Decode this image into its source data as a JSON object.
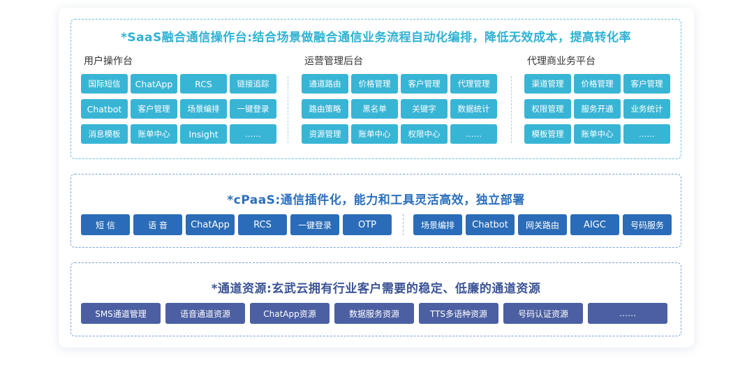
{
  "saas": {
    "title": "*SaaS融合通信操作台:结合场景做融合通信业务流程自动化编排，降低无效成本，提高转化率",
    "groups": [
      {
        "title": "用户操作台",
        "items": [
          "国际短信",
          "ChatApp",
          "RCS",
          "链接追踪",
          "Chatbot",
          "客户管理",
          "场景编排",
          "一键登录",
          "消息模板",
          "账单中心",
          "Insight",
          "……"
        ]
      },
      {
        "title": "运营管理后台",
        "items": [
          "通道路由",
          "价格管理",
          "客户管理",
          "代理管理",
          "路由策略",
          "黑名单",
          "关键字",
          "数据统计",
          "资源管理",
          "账单中心",
          "权限中心",
          "……"
        ]
      },
      {
        "title": "代理商业务平台",
        "items": [
          "渠道管理",
          "价格管理",
          "客户管理",
          "权限管理",
          "服务开通",
          "业务统计",
          "模板管理",
          "账单中心",
          "……"
        ]
      }
    ]
  },
  "cpaas": {
    "title": "*cPaaS:通信插件化，能力和工具灵活高效，独立部署",
    "left_items": [
      "短 信",
      "语 音",
      "ChatApp",
      "RCS",
      "一键登录",
      "OTP"
    ],
    "right_items": [
      "场景编排",
      "Chatbot",
      "网关路由",
      "AIGC",
      "号码服务"
    ]
  },
  "channel": {
    "title": "*通道资源:玄武云拥有行业客户需要的稳定、低廉的通道资源",
    "items": [
      "SMS通道管理",
      "语音通道资源",
      "ChatApp资源",
      "数据服务资源",
      "TTS多语种资源",
      "号码认证资源",
      "……"
    ]
  },
  "colors": {
    "saas": "#38b5d5",
    "cpaas": "#2a6cb8",
    "channel": "#4b5fa2"
  }
}
